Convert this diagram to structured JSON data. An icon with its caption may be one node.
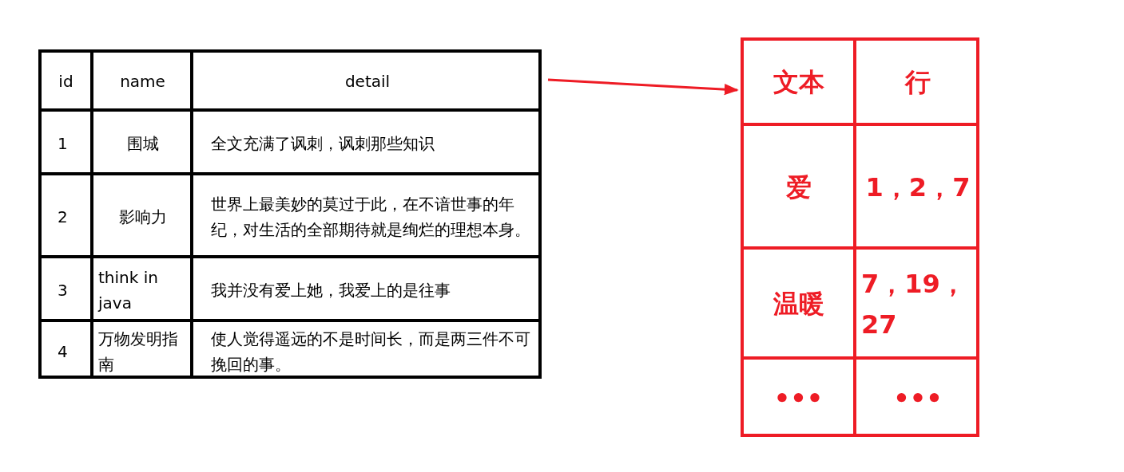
{
  "diagram": {
    "nodes": [
      {
        "text": [
          "id",
          "name",
          "detail",
          "1",
          "围城",
          "全文充满了讽刺，讽刺那些知识",
          "2",
          "影响力",
          "世界上最美妙的莫过于此，在不谙世事的年纪，对生活的全部期待就是绚烂的理想本身。",
          "3",
          "think in java",
          "我并没有爱上她，我爱上的是往事",
          "4",
          "万物发明指南",
          "使人觉得遥远的不是时间长，而是两三件不可挽回的事。"
        ]
      },
      {
        "text": [
          "文本",
          "行",
          "爱",
          "1，2，7",
          "温暖",
          "7，19，27",
          "•••",
          "•••"
        ]
      }
    ],
    "edges": [
      {
        "from": 0,
        "to": 1,
        "arrow": "to",
        "color": "#ee1c25"
      }
    ]
  }
}
